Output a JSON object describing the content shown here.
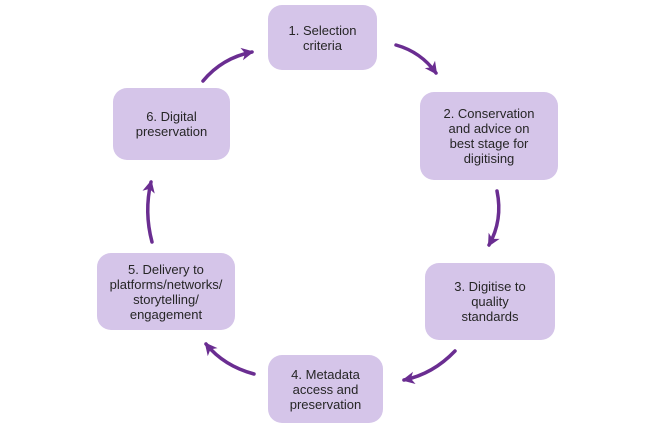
{
  "diagram": {
    "type": "cycle",
    "colors": {
      "box_fill": "#d5c5e9",
      "arrow": "#6a2d91",
      "text": "#262626"
    },
    "steps": [
      {
        "label": "1. Selection\ncriteria"
      },
      {
        "label": "2. Conservation\nand advice on\nbest stage for\ndigitising"
      },
      {
        "label": "3. Digitise to\nquality\nstandards"
      },
      {
        "label": "4. Metadata\naccess and\npreservation"
      },
      {
        "label": "5. Delivery to\nplatforms/networks/\nstorytelling/\nengagement"
      },
      {
        "label": "6. Digital\npreservation"
      }
    ]
  }
}
